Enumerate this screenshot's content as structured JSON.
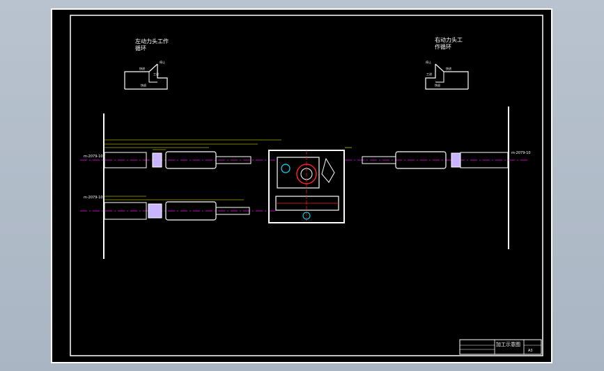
{
  "colors": {
    "viewport_bg": "#b3bec9",
    "drawing_bg": "#000000",
    "line": "#ffffff",
    "centerline": "#ff00ff",
    "dimension": "#ffff00",
    "part_fill": "#c8b4ff",
    "hatch": "#00e5ff",
    "accent_red": "#ff2020"
  },
  "drawing": {
    "left_cycle_title_1": "左动力头工作",
    "left_cycle_title_2": "循环",
    "right_cycle_title_1": "右动力头工",
    "right_cycle_title_2": "作循环",
    "cycle_labels": {
      "fast_forward": "快进",
      "work_feed": "工进",
      "fast_return": "快退",
      "stop": "停止"
    },
    "tool_spec_upper_left": "m-2079-10",
    "tool_spec_lower_left": "m-2079-10",
    "tool_spec_upper_right": "m-2079-10",
    "title_block": {
      "drawing_name": "加工示意图",
      "sheet": "A3"
    }
  }
}
